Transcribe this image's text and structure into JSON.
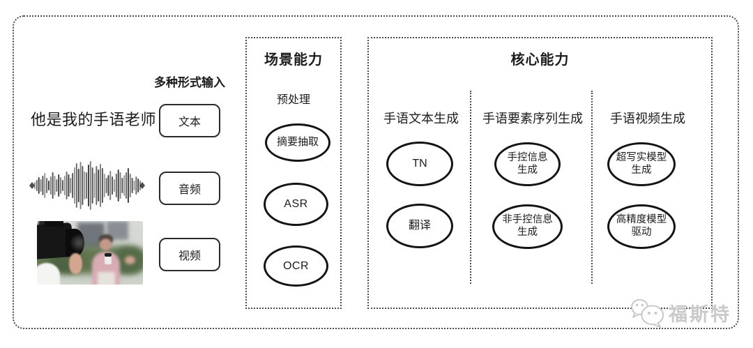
{
  "input_section": {
    "title": "多种形式输入",
    "text_sample": "他是我的手语老师",
    "boxes": [
      {
        "label": "文本"
      },
      {
        "label": "音频"
      },
      {
        "label": "视频"
      }
    ]
  },
  "scene_box": {
    "title": "场景能力",
    "stage_label": "预处理",
    "nodes": [
      {
        "lines": [
          "摘要抽取"
        ]
      },
      {
        "lines": [
          "ASR"
        ]
      },
      {
        "lines": [
          "OCR"
        ]
      }
    ]
  },
  "core_box": {
    "title": "核心能力",
    "columns": [
      {
        "header": "手语文本生成",
        "nodes": [
          {
            "lines": [
              "TN"
            ]
          },
          {
            "lines": [
              "翻译"
            ]
          }
        ]
      },
      {
        "header": "手语要素序列生成",
        "nodes": [
          {
            "lines": [
              "手控信息",
              "生成"
            ]
          },
          {
            "lines": [
              "非手控信息",
              "生成"
            ]
          }
        ]
      },
      {
        "header": "手语视频生成",
        "nodes": [
          {
            "lines": [
              "超写实模型",
              "生成"
            ]
          },
          {
            "lines": [
              "高精度模型",
              "驱动"
            ]
          }
        ]
      }
    ]
  },
  "watermark": {
    "brand": "福斯特"
  },
  "icons": {
    "waveform": "audio-waveform-icon",
    "logo": "brand-logo-icon"
  },
  "colors": {
    "border_dots": "#4a4a4a",
    "ellipse_border": "#141414",
    "text": "#1c1c1c",
    "watermark": "#c9c9c9",
    "background": "#ffffff"
  }
}
